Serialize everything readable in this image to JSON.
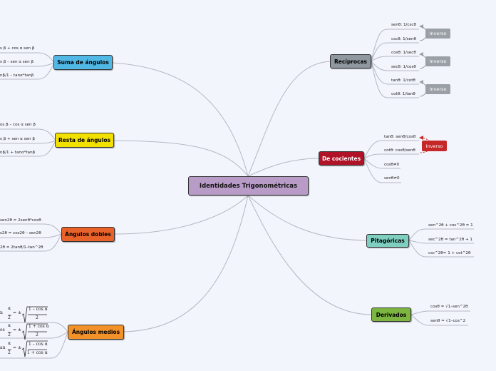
{
  "colors": {
    "line": "#b5b8c2",
    "central": "#b89cc7",
    "suma": "#51b8e6",
    "resta": "#f2e000",
    "dobles": "#e8622a",
    "medios": "#f39228",
    "reciprocas": "#8f979f",
    "cocientes": "#b01327",
    "pitagoricas": "#7ecfc0",
    "derivados": "#7cb640",
    "inverso_gray": "#9aa0a6",
    "inverso_red": "#c62828"
  },
  "central": {
    "label": "Identidades Trigonométricas"
  },
  "suma": {
    "label": "Suma de ángulos",
    "items": [
      "s β + cos α sen β",
      "s β – sen α sen β",
      "nβ/1 – tanα*tanβ"
    ]
  },
  "resta": {
    "label": "Resta de ángulos",
    "items": [
      "os β – cos α sen β",
      "s β + sen α sen β",
      "nβ/1 + tanα*tanβ"
    ]
  },
  "dobles": {
    "label": "Ángulos dobles",
    "items": [
      "sen2θ = 2senθ*cosθ",
      "s2θ = cos2θ – sen2θ",
      "2θ = 2tanθ/1–tan^2θ"
    ]
  },
  "medios": {
    "label": "Ángulos medios",
    "formulas": [
      {
        "fn": "n",
        "arg": "α",
        "den": "2",
        "sign": "±",
        "num": "1 – cos α",
        "rden": "2"
      },
      {
        "fn": "os",
        "arg": "α",
        "den": "2",
        "sign": "±",
        "num": "1 + cos α",
        "rden": "2"
      },
      {
        "fn": "an",
        "arg": "α",
        "den": "2",
        "sign": "±",
        "num": "1 – cos α",
        "rden": "1 + cos α"
      }
    ]
  },
  "reciprocas": {
    "label": "Recíprocas",
    "items": [
      "senθ: 1/cscθ",
      "cscθ: 1/senθ",
      "cosθ: 1/secθ",
      "secθ: 1/cosθ",
      "tanθ: 1/cotθ",
      "cotθ: 1/tanθ"
    ],
    "inverso": [
      "Inverso",
      "Inverso",
      "Inverso"
    ]
  },
  "cocientes": {
    "label": "De cocientes",
    "items": [
      "tanθ: senθ/cosθ",
      "cotθ: cosθ/senθ",
      "cosθ≠0",
      "senθ≠0"
    ],
    "inverso": "Inverso"
  },
  "pitagoricas": {
    "label": "Pitagóricas",
    "items": [
      "sen^2θ  + cos^2θ = 1",
      "sec^2θ = tan^2θ + 1",
      "csc^2θ= 1 + cot^2θ"
    ]
  },
  "derivados": {
    "label": "Derivados",
    "items": [
      "cosθ = √1–sen^2θ",
      "senθ = √1–cos^2"
    ]
  }
}
